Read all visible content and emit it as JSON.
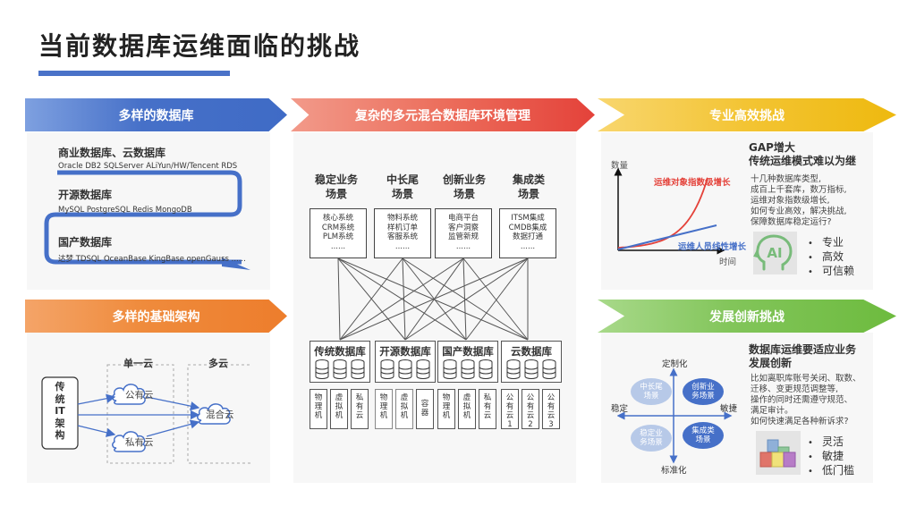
{
  "page": {
    "title": "当前数据库运维面临的挑战"
  },
  "colors": {
    "blue": "#4670c8",
    "red": "#e4423a",
    "yellow": "#f3c433",
    "orange": "#ed7d2c",
    "green": "#6dbb3e"
  },
  "diverse_db": {
    "banner": "多样的数据库",
    "groups": [
      {
        "heading": "商业数据库、云数据库",
        "items": "Oracle  DB2  SQLServer  ALiYun/HW/Tencent RDS"
      },
      {
        "heading": "开源数据库",
        "items": "MySQL  PostgreSQL Redis MongoDB"
      },
      {
        "heading": "国产数据库",
        "items": "达梦  TDSQL  OceanBase  KingBase  openGauss ......"
      }
    ]
  },
  "infra_arch": {
    "banner": "多样的基础架构",
    "source": "传统IT架构",
    "source_chars": [
      "传",
      "统",
      "IT",
      "架",
      "构"
    ],
    "single_cloud_label": "单一云",
    "multi_cloud_label": "多云",
    "clouds": {
      "public": "公有云",
      "private": "私有云",
      "hybrid": "混合云"
    }
  },
  "hybrid_mgmt": {
    "banner": "复杂的多元混合数据库环境管理",
    "scenarios": [
      {
        "title_line1": "稳定业务",
        "title_line2": "场景",
        "lines": [
          "核心系统",
          "CRM系统",
          "PLM系统",
          "......"
        ]
      },
      {
        "title_line1": "中长尾",
        "title_line2": "场景",
        "lines": [
          "物料系统",
          "样机订单",
          "客服系统",
          "......"
        ]
      },
      {
        "title_line1": "创新业务",
        "title_line2": "场景",
        "lines": [
          "电商平台",
          "客户洞察",
          "监管新规",
          "......"
        ]
      },
      {
        "title_line1": "集成类",
        "title_line2": "场景",
        "lines": [
          "ITSM集成",
          "CMDB集成",
          "数据打通",
          "......"
        ]
      }
    ],
    "db_groups": [
      {
        "title": "传统数据库",
        "infra": [
          [
            "物",
            "理",
            "机"
          ],
          [
            "虚",
            "拟",
            "机"
          ],
          [
            "私",
            "有",
            "云"
          ]
        ]
      },
      {
        "title": "开源数据库",
        "infra": [
          [
            "物",
            "理",
            "机"
          ],
          [
            "虚",
            "拟",
            "机"
          ],
          [
            "容",
            "器"
          ]
        ]
      },
      {
        "title": "国产数据库",
        "infra": [
          [
            "物",
            "理",
            "机"
          ],
          [
            "虚",
            "拟",
            "机"
          ],
          [
            "私",
            "有",
            "云"
          ]
        ]
      },
      {
        "title": "云数据库",
        "infra": [
          [
            "公",
            "有",
            "云",
            "1"
          ],
          [
            "公",
            "有",
            "云",
            "2"
          ],
          [
            "公",
            "有",
            "云",
            "3"
          ]
        ]
      }
    ]
  },
  "efficiency": {
    "banner": "专业高效挑战",
    "chart": {
      "y_label": "数量",
      "x_label": "时间",
      "exp_label": "运维对象指数级增长",
      "lin_label": "运维人员线性增长"
    },
    "heading_line1": "GAP增大",
    "heading_line2": "传统运维模式难以为继",
    "desc": [
      "十几种数据库类型,",
      "成百上千套库，数万指标,",
      "运维对象指数级增长,",
      "如何专业高效，解决挑战,",
      "保障数据库稳定运行?"
    ],
    "icon_text": "AI",
    "bullets": [
      "专业",
      "高效",
      "可信赖"
    ]
  },
  "innovation": {
    "banner": "发展创新挑战",
    "quadrant": {
      "top": "定制化",
      "bottom": "标准化",
      "left": "稳定",
      "right": "敏捷",
      "q_tl": [
        "中长尾",
        "场景"
      ],
      "q_tr": [
        "创新业",
        "务场景"
      ],
      "q_bl": [
        "稳定业",
        "务场景"
      ],
      "q_br": [
        "集成类",
        "场景"
      ]
    },
    "heading_line1": "数据库运维要适应业务",
    "heading_line2": "发展创新",
    "desc": [
      "比如离职库账号关闭、取数、",
      "迁移、变更规范调整等,",
      "操作的同时还需遵守规范、",
      "满足审计。",
      "如何快速满足各种新诉求?"
    ],
    "bullets": [
      "灵活",
      "敏捷",
      "低门槛"
    ]
  },
  "chart_data": {
    "type": "line",
    "title": "",
    "xlabel": "时间",
    "ylabel": "数量",
    "series": [
      {
        "name": "运维对象指数级增长",
        "color": "#e4423a",
        "shape": "exponential"
      },
      {
        "name": "运维人员线性增长",
        "color": "#4670c8",
        "shape": "linear"
      }
    ],
    "grid": false
  }
}
